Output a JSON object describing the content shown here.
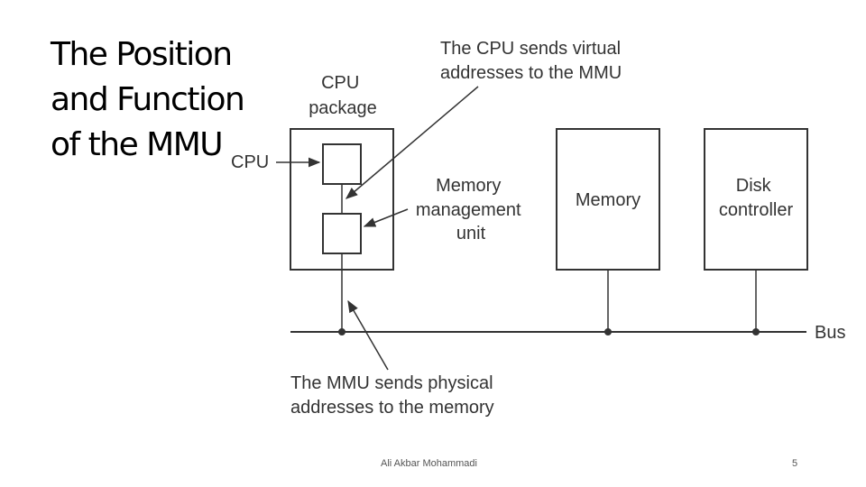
{
  "slide": {
    "title_lines": [
      "The Position",
      "and Function",
      "of the MMU"
    ]
  },
  "diagram": {
    "cpu_package_label": [
      "CPU",
      "package"
    ],
    "cpu_label": "CPU",
    "mmu_label": [
      "Memory",
      "management",
      "unit"
    ],
    "memory_label": "Memory",
    "disk_controller_label": [
      "Disk",
      "controller"
    ],
    "bus_label": "Bus",
    "virtual_note": [
      "The CPU sends virtual",
      "addresses to the MMU"
    ],
    "physical_note": [
      "The MMU sends physical",
      "addresses to the memory"
    ]
  },
  "footer": {
    "author": "Ali Akbar Mohammadi",
    "page_number": "5"
  }
}
